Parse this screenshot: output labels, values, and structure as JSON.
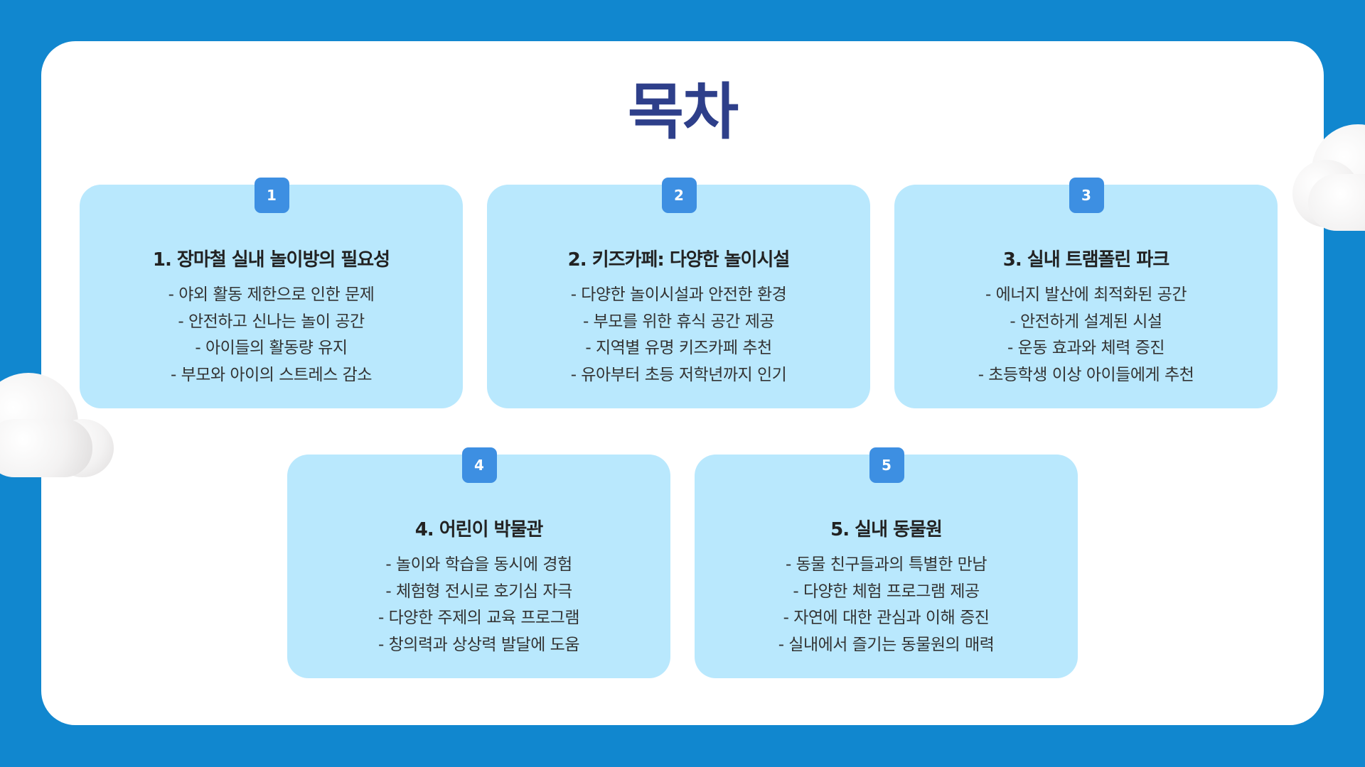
{
  "page": {
    "title": "목차",
    "colors": {
      "background": "#1187CF",
      "panel": "#FFFFFF",
      "title": "#2E3F8A",
      "card": "#B9E8FD",
      "badge": "#3D8FE2",
      "card_title": "#222222",
      "card_text": "#333333"
    }
  },
  "cards": [
    {
      "number": "1",
      "title": "1. 장마철 실내 놀이방의 필요성",
      "items": [
        "- 야외 활동 제한으로 인한 문제",
        "- 안전하고 신나는 놀이 공간",
        "- 아이들의 활동량 유지",
        "- 부모와 아이의 스트레스 감소"
      ]
    },
    {
      "number": "2",
      "title": "2. 키즈카페: 다양한 놀이시설",
      "items": [
        "- 다양한 놀이시설과 안전한 환경",
        "- 부모를 위한 휴식 공간 제공",
        "- 지역별 유명 키즈카페 추천",
        "- 유아부터 초등 저학년까지 인기"
      ]
    },
    {
      "number": "3",
      "title": "3. 실내 트램폴린 파크",
      "items": [
        "- 에너지 발산에 최적화된 공간",
        "- 안전하게 설계된 시설",
        "- 운동 효과와 체력 증진",
        "- 초등학생 이상 아이들에게 추천"
      ]
    },
    {
      "number": "4",
      "title": "4. 어린이 박물관",
      "items": [
        "- 놀이와 학습을 동시에 경험",
        "- 체험형 전시로 호기심 자극",
        "- 다양한 주제의 교육 프로그램",
        "- 창의력과 상상력 발달에 도움"
      ]
    },
    {
      "number": "5",
      "title": "5. 실내 동물원",
      "items": [
        "- 동물 친구들과의 특별한 만남",
        "- 다양한 체험 프로그램 제공",
        "- 자연에 대한 관심과 이해 증진",
        "- 실내에서 즐기는 동물원의 매력"
      ]
    }
  ],
  "decorations": {
    "icons": [
      "cloud-icon",
      "cloud-icon"
    ]
  }
}
